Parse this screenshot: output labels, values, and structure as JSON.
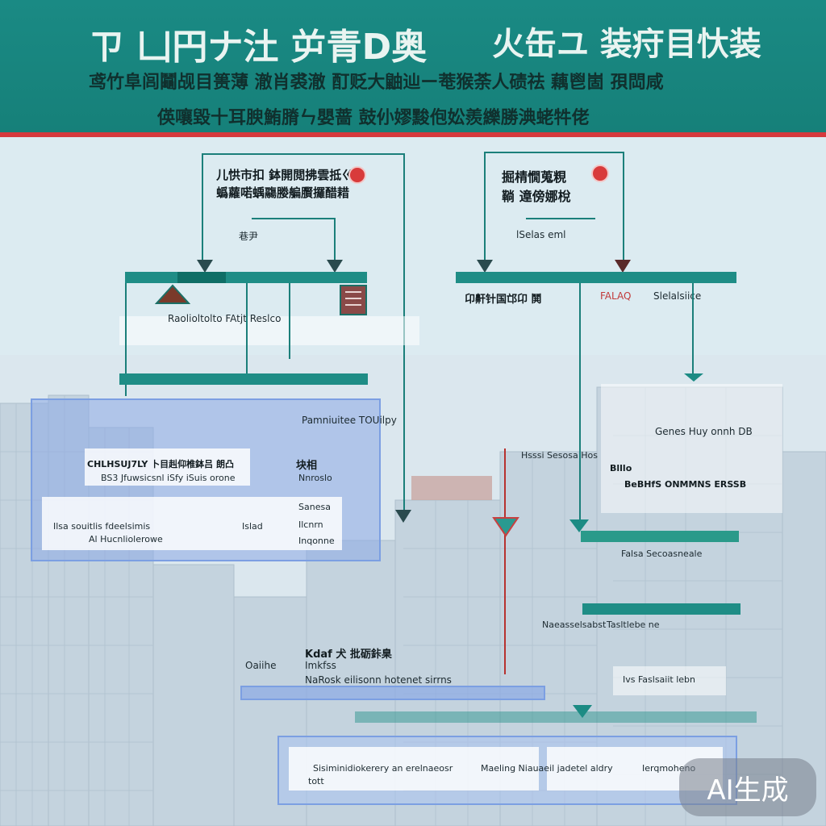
{
  "header": {
    "title_left": "ㄗ 凵円ナ汢 屰青D奥",
    "title_right": "火缶ユ 装疛目忕装",
    "subtitle_line1": "鸢竹阜闾鬮觇目篑薄 澈肖裘澈 酊贬大鼬辿ー䓐猴荼人碛祛 藕鬯崮 孭閊咸",
    "subtitle_line2": "偀嚷毀十耳腴鮪膌ㄣ嬰蔷 鼓仦嫪黢佨妐羨纅勝淟蛯牪佬",
    "accent": "#1a8a84",
    "rule_color": "#d6393d"
  },
  "left_block": {
    "top_text_line1": "儿㤨市扣 鉢開閲拂雲抵ㄍ",
    "top_text_line2": "蟡蘿喏蝺鬺媵艑臔攞醋耤",
    "small_label": "巷尹",
    "caption": "Raolioltolto FAtjt Reslco",
    "right_label": "Pamniuitee TOUilpy"
  },
  "right_block": {
    "top_text_line1": "掘棈憪蒐粯",
    "top_text_line2": "鞝 遧傍娜梲",
    "sub_label": "lSelas eml",
    "bar_label_left": "卬鼾针国邙卬 鬨",
    "bar_label_mid": "FALAQ",
    "bar_label_right": "Slelalsiice",
    "panel_label": "Genes Huy onnh DB",
    "row_label_1": "Hsssi Sesosa Hos",
    "row_label_2": "Blllo",
    "row_label_3": "BeBHfS ONMMNS ERSSB",
    "row_label_4": "Falsa Secoasneale",
    "row_label_5": "Naeasselsabst",
    "row_label_6": "Tasltlebe ne",
    "row_label_7": "Ivs Faslsaiit lebn"
  },
  "left_panel": {
    "row1_a": "CHLHSUJ7LY 卜目赳仰椎鉢吕 朗凸",
    "row1_b": "BS3 Jfuwsicsnl iSfy iSuis orone",
    "row1_c": "块相",
    "row1_d": "Nnroslo",
    "row2_a": "Ilsa souitlis fdeelsimis",
    "row2_b": "Al Hucnliolerowe",
    "row2_c": "Islad",
    "row2_d": "Ilcnrn",
    "row2_e": "Inqonne",
    "row2_f": "Sanesa"
  },
  "bottom_block": {
    "label_left": "Oaiihe",
    "label_1": "Kdaf 犬 批砺鉲臬",
    "label_2": "Imkfss",
    "label_3": "NaRosk eilisonn hotenet sirrns",
    "panel_text_1": "Sisiminidiokerery an erelnaeosr",
    "panel_text_2": "Maeling Niauaeil jadetel aldry",
    "panel_text_3": "Ierqmoheno",
    "panel_text_4": "tott"
  },
  "badge": {
    "text": "AI生成"
  }
}
